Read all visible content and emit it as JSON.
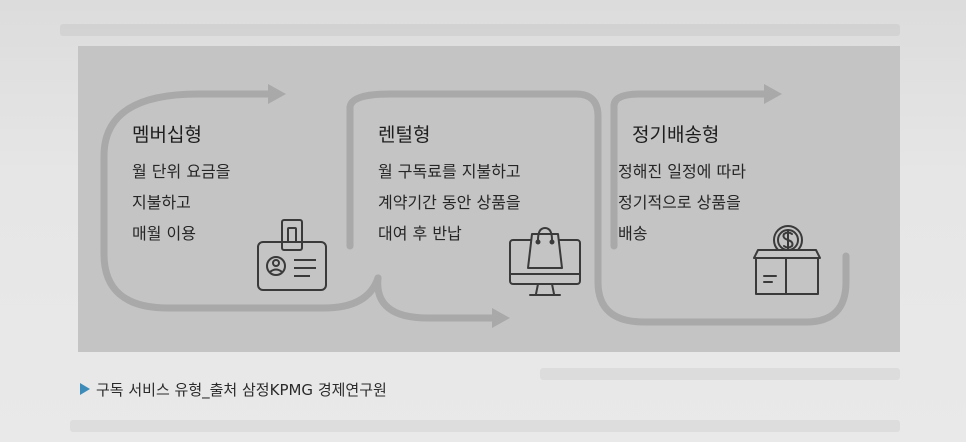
{
  "stages": [
    {
      "title": "멤버십형",
      "lines": [
        "월 단위 요금을",
        "지불하고",
        "매월 이용"
      ],
      "icon": "membership-card-icon"
    },
    {
      "title": "렌털형",
      "lines": [
        "월 구독료를 지불하고",
        "계약기간 동안 상품을",
        "대여 후 반납"
      ],
      "icon": "shopping-bag-monitor-icon"
    },
    {
      "title": "정기배송형",
      "lines": [
        "정해진 일정에 따라",
        "정기적으로 상품을",
        "배송"
      ],
      "icon": "box-with-coin-icon"
    }
  ],
  "caption": {
    "text": "구독 서비스 유형_출처 삼정KPMG 경제연구원",
    "marker_color": "#3d8bb8"
  },
  "colors": {
    "panel": "#c4c4c4",
    "flow_line": "#a9a9a9",
    "icon_stroke": "#3a3a3a"
  }
}
